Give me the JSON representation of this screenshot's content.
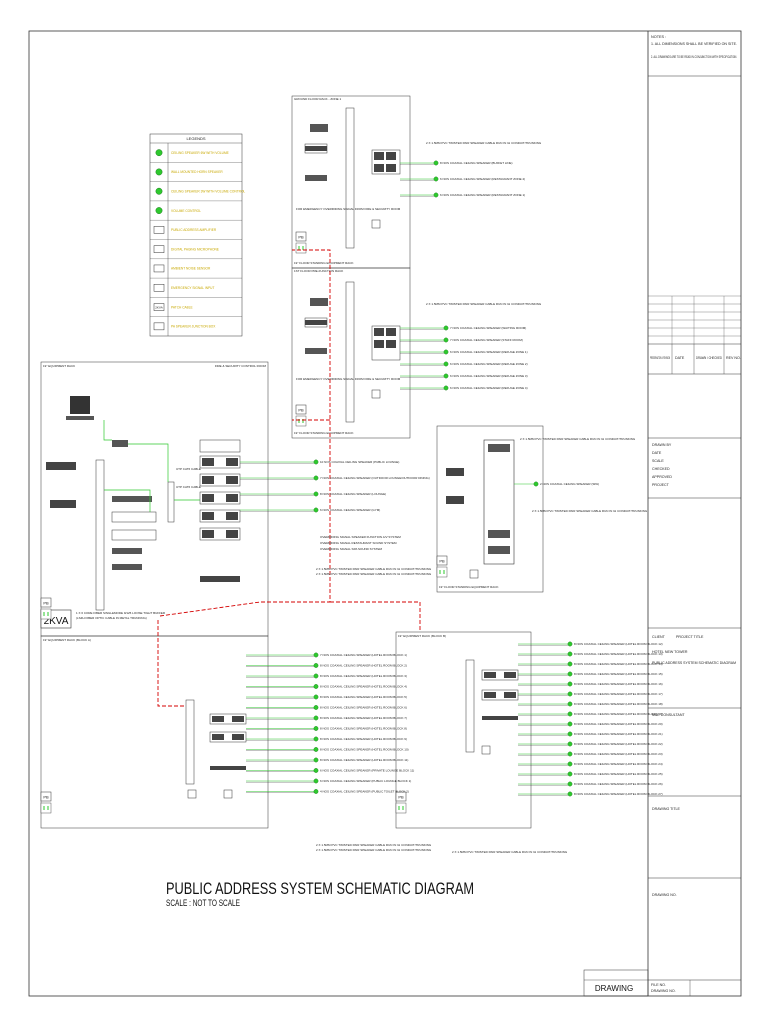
{
  "drawing": {
    "title": "PUBLIC ADDRESS SYSTEM SCHEMATIC DIAGRAM",
    "scale": "SCALE : NOT TO SCALE",
    "ups_label": "2KVA",
    "pb_label": "PB",
    "drawing_label": "DRAWING"
  },
  "legend": {
    "header": "LEGENDS",
    "items": [
      "CEILING SPEAKER 6W WITH VOLUME",
      "WALL MOUNTED HORN SPEAKER",
      "CEILING SPEAKER 3W WITH VOLUME CONTROL",
      "VOLUME CONTROL",
      "PUBLIC ADDRESS AMPLIFIER",
      "DIGITAL PAGING MICROPHONE",
      "AMBIENT NOISE SENSOR",
      "EMERGENCY SIGNAL INPUT",
      "PATCH CABLE",
      "PA SPEAKER JUNCTION BOX"
    ],
    "symbols": [
      "",
      "",
      "",
      "",
      "",
      "",
      "",
      "",
      "2KVA",
      ""
    ]
  },
  "racks": {
    "top1": "GROUND FLOOR RACK - ZONE 1",
    "top2": "1ST FLOOR PRE-FUNCTION RACK",
    "equipment": "19\" EQUIPMENT RACK",
    "fire_room": "FIRE & SECURITY CONTROL ROOM",
    "block_a": "19\" EQUIPMENT RACK (BLOCK A)",
    "block_b": "19\" EQUIPMENT RACK (BLOCK B)",
    "right_mid": "19\" FLOOR STANDING EQUIPMENT RACK",
    "floor_rack": "19\" FLOOR STANDING EQUIPMENT RACK",
    "emergency": "FOR EMERGENCY OVERRIDING SIGNAL FROM FIRE & SECURITY ROOM"
  },
  "cables": {
    "twisted": "2 X 1.5MM PVC TWISTED PAIR SPEAKER CABLE RUN IN GI CONDUIT/TRUNKING",
    "fibre": "1 X 6 CORE FIBER SINGLEMODE 9/125 LOOSE TIGHT BUFFER",
    "fibre_sub": "(LSZH FIBER OPTIC CABLE IN METAL TRUNKING)",
    "utp": "UTP CAT6 CABLE"
  },
  "zones": {
    "top1": [
      "8 NOS COAXIAL CEILING SPEAKER (BUFFET LINE)",
      "6 NOS COAXIAL CEILING SPEAKER (RESTAURANT ZONE 2)",
      "6 NOS COAXIAL CEILING SPEAKER (RESTAURANT ZONE 1)"
    ],
    "top2": [
      "7 NOS COAXIAL CEILING SPEAKER (WAITING ROOM)",
      "7 NOS COAXIAL CEILING SPEAKER (STAFF ROOM)",
      "6 NOS COAXIAL CEILING SPEAKER (REFUGE ZONE 1)",
      "6 NOS COAXIAL CEILING SPEAKER (REFUGE ZONE 2)",
      "6 NOS COAXIAL CEILING SPEAKER (REFUGE ZONE 3)",
      "6 NOS COAXIAL CEILING SPEAKER (REFUGE ZONE 4)"
    ],
    "mid": [
      "10 NOS COAXIAL CEILING SPEAKER (PUBLIC LOUNGE)",
      "7 NOS COAXIAL CEILING SPEAKER (OUTDOOR LOUNGE/OUTDOOR DINING)",
      "8 NOS COAXIAL CEILING SPEAKER (LOUNGE)",
      "6 NOS COAXIAL CEILING SPEAKER (GYM)"
    ],
    "mid_text": [
      "OVERRIDING SIGNAL SPEAKER FUNCTION A/V SYSTEM",
      "OVERRIDING SIGNAL RESTAURANT SOUND SYSTEM",
      "OVERRIDING SIGNAL SPA SOUND SYSTEM"
    ],
    "right_mid": "2 NOS COAXIAL CEILING SPEAKER (SPA)",
    "block_a": [
      "7 NOS COAXIAL CEILING SPEAKER (HOTEL ROOM BLOCK 1)",
      "8 NOS COAXIAL CEILING SPEAKER (HOTEL ROOM BLOCK 2)",
      "8 NOS COAXIAL CEILING SPEAKER (HOTEL ROOM BLOCK 3)",
      "8 NOS COAXIAL CEILING SPEAKER (HOTEL ROOM BLOCK 4)",
      "8 NOS COAXIAL CEILING SPEAKER (HOTEL ROOM BLOCK 5)",
      "8 NOS COAXIAL CEILING SPEAKER (HOTEL ROOM BLOCK 6)",
      "8 NOS COAXIAL CEILING SPEAKER (HOTEL ROOM BLOCK 7)",
      "8 NOS COAXIAL CEILING SPEAKER (HOTEL ROOM BLOCK 8)",
      "8 NOS COAXIAL CEILING SPEAKER (HOTEL ROOM BLOCK 9)",
      "8 NOS COAXIAL CEILING SPEAKER (HOTEL ROOM BLOCK 10)",
      "8 NOS COAXIAL CEILING SPEAKER (HOTEL ROOM BLOCK 11)",
      "6 NOS COAXIAL CEILING SPEAKER (PRIVATE LOUNGE BLOCK 11)",
      "6 NOS COAXIAL CEILING SPEAKER (PUBLIC LOUNGE BLOCK 1)",
      "4 NOS COAXIAL CEILING SPEAKER (PUBLIC TOILET BLOCK 2)"
    ],
    "block_b": [
      "8 NOS COAXIAL CEILING SPEAKER (HOTEL ROOM BLOCK 12)",
      "8 NOS COAXIAL CEILING SPEAKER (HOTEL ROOM BLOCK 13)",
      "8 NOS COAXIAL CEILING SPEAKER (HOTEL ROOM BLOCK 14)",
      "8 NOS COAXIAL CEILING SPEAKER (HOTEL ROOM BLOCK 15)",
      "8 NOS COAXIAL CEILING SPEAKER (HOTEL ROOM BLOCK 16)",
      "8 NOS COAXIAL CEILING SPEAKER (HOTEL ROOM BLOCK 17)",
      "8 NOS COAXIAL CEILING SPEAKER (HOTEL ROOM BLOCK 18)",
      "8 NOS COAXIAL CEILING SPEAKER (HOTEL ROOM BLOCK 19)",
      "8 NOS COAXIAL CEILING SPEAKER (HOTEL ROOM BLOCK 20)",
      "8 NOS COAXIAL CEILING SPEAKER (HOTEL ROOM BLOCK 21)",
      "8 NOS COAXIAL CEILING SPEAKER (HOTEL ROOM BLOCK 22)",
      "8 NOS COAXIAL CEILING SPEAKER (HOTEL ROOM BLOCK 23)",
      "8 NOS COAXIAL CEILING SPEAKER (HOTEL ROOM BLOCK 24)",
      "8 NOS COAXIAL CEILING SPEAKER (HOTEL ROOM BLOCK 25)",
      "8 NOS COAXIAL CEILING SPEAKER (HOTEL ROOM BLOCK 26)",
      "8 NOS COAXIAL CEILING SPEAKER (HOTEL ROOM BLOCK 27)"
    ]
  },
  "titleblock": {
    "notes_header": "NOTES :",
    "notes": [
      "1.  ALL DIMENSIONS SHALL BE VERIFIED ON SITE.",
      "2.  ALL DRAWINGS ARE TO BE READ IN CONJUNCTION WITH SPECIFICATION."
    ],
    "rev_cols": [
      "PRESERVATION / REVISION",
      "DATE",
      "DRAWN / CHECKED",
      "REV NO."
    ],
    "info": [
      "DRAWN BY",
      "DATE",
      "SCALE",
      "CHECKED",
      "APPROVED",
      "PROJECT"
    ],
    "client": "CLIENT",
    "project": "PROJECT TITLE",
    "project_lines": [
      "HOTEL NEW TOWER",
      "PUBLIC ADDRESS SYSTEM SCHEMATIC DIAGRAM"
    ],
    "consultant": "M&E CONSULTANT",
    "drawing_title": "DRAWING TITLE",
    "drawing_no": "DRAWING NO.",
    "footer": [
      "FILE NO.",
      "DRAWING NO."
    ]
  }
}
